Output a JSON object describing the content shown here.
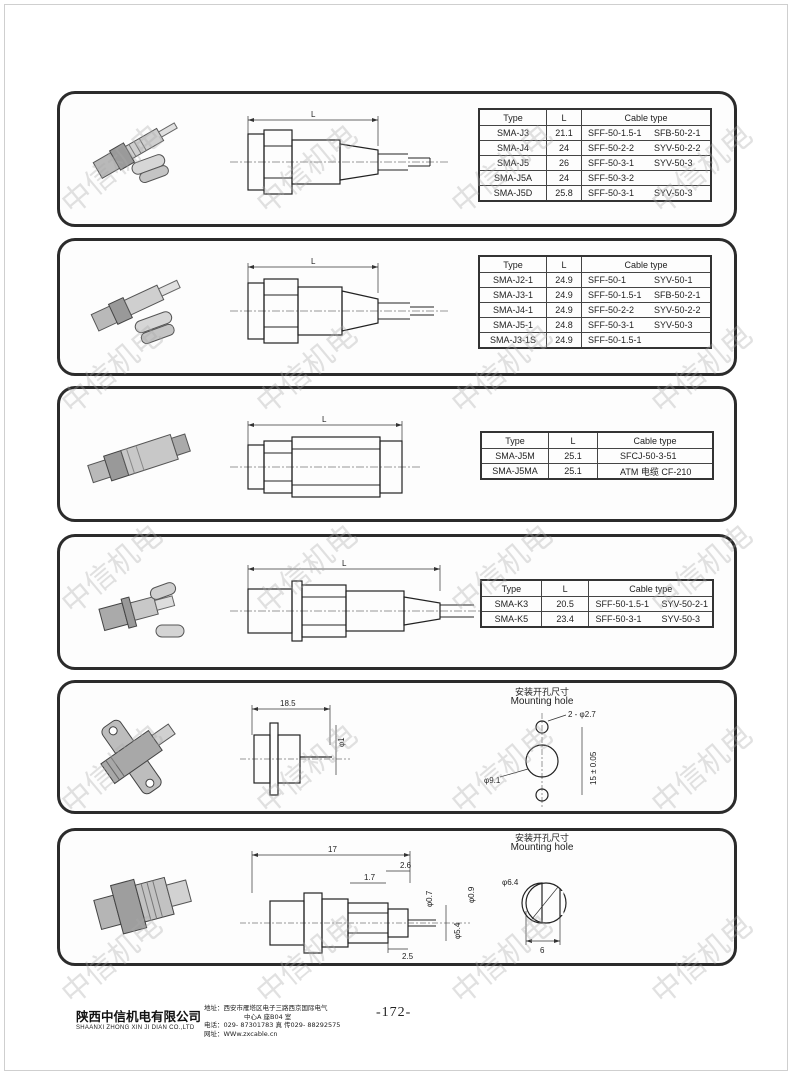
{
  "watermark": "中信机电",
  "panels": [
    {
      "dims": {
        "L": "L"
      },
      "table": {
        "headers": [
          "Type",
          "L",
          "Cable type"
        ],
        "rows": [
          {
            "type": "SMA-J3",
            "l": "21.1",
            "c1": "SFF-50-1.5-1",
            "c2": "SFB-50-2-1"
          },
          {
            "type": "SMA-J4",
            "l": "24",
            "c1": "SFF-50-2-2",
            "c2": "SYV-50-2-2"
          },
          {
            "type": "SMA-J5",
            "l": "26",
            "c1": "SFF-50-3-1",
            "c2": "SYV-50-3"
          },
          {
            "type": "SMA-J5A",
            "l": "24",
            "c1": "SFF-50-3-2",
            "c2": ""
          },
          {
            "type": "SMA-J5D",
            "l": "25.8",
            "c1": "SFF-50-3-1",
            "c2": "SYV-50-3"
          }
        ]
      }
    },
    {
      "dims": {
        "L": "L"
      },
      "table": {
        "headers": [
          "Type",
          "L",
          "Cable type"
        ],
        "rows": [
          {
            "type": "SMA-J2-1",
            "l": "24.9",
            "c1": "SFF-50-1",
            "c2": "SYV-50-1"
          },
          {
            "type": "SMA-J3-1",
            "l": "24.9",
            "c1": "SFF-50-1.5-1",
            "c2": "SFB-50-2-1"
          },
          {
            "type": "SMA-J4-1",
            "l": "24.9",
            "c1": "SFF-50-2-2",
            "c2": "SYV-50-2-2"
          },
          {
            "type": "SMA-J5-1",
            "l": "24.8",
            "c1": "SFF-50-3-1",
            "c2": "SYV-50-3"
          },
          {
            "type": "SMA-J3-1S",
            "l": "24.9",
            "c1": "SFF-50-1.5-1",
            "c2": ""
          }
        ]
      }
    },
    {
      "dims": {
        "L": "L"
      },
      "table": {
        "headers": [
          "Type",
          "L",
          "Cable type"
        ],
        "rows": [
          {
            "type": "SMA-J5M",
            "l": "25.1",
            "c1": "SFCJ-50-3-51",
            "c2": ""
          },
          {
            "type": "SMA-J5MA",
            "l": "25.1",
            "c1": "ATM 电缆 CF-210",
            "c2": ""
          }
        ]
      }
    },
    {
      "dims": {
        "L": "L"
      },
      "table": {
        "headers": [
          "Type",
          "L",
          "Cable type"
        ],
        "rows": [
          {
            "type": "SMA-K3",
            "l": "20.5",
            "c1": "SFF-50-1.5-1",
            "c2": "SYV-50-2-1"
          },
          {
            "type": "SMA-K5",
            "l": "23.4",
            "c1": "SFF-50-3-1",
            "c2": "SYV-50-3"
          }
        ]
      }
    },
    {
      "mounting_title_cn": "安装开孔尺寸",
      "mounting_title_en": "Mounting hole",
      "dims": {
        "len": "18.5",
        "phi1": "φ1",
        "holes": "2 - φ2.7",
        "center": "15 ± 0.05",
        "bore": "φ9.1"
      }
    },
    {
      "mounting_title_cn": "安装开孔尺寸",
      "mounting_title_en": "Mounting hole",
      "dims": {
        "len": "17",
        "d26": "2.6",
        "d17": "1.7",
        "phi07": "φ0.7",
        "phi09": "φ0.9",
        "phi54": "φ5.4",
        "d25": "2.5",
        "hole": "φ6.4",
        "flat": "6"
      }
    }
  ],
  "footer": {
    "company_cn": "陕西中信机电有限公司",
    "company_en": "SHAANXI ZHONG XIN JI DIAN CO.,LTD",
    "address_line1": "地址：西安市雁塔区电子三路西京国际电气",
    "address_line2": "中心A 座B04 室",
    "phone_line": "电话：029- 87301783     真    传029- 88292575",
    "website_line": "网址：WWw.zxcable.cn",
    "page_number": "-172-"
  }
}
